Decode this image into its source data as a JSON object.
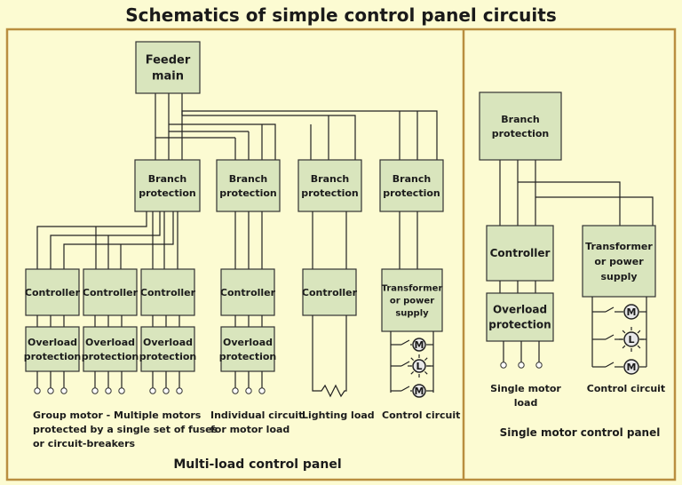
{
  "title": "Schematics of simple control panel circuits",
  "feeder_main": [
    "Feeder",
    "main"
  ],
  "branch_protection": [
    "Branch",
    "protection"
  ],
  "controller": "Controller",
  "overload_protection": [
    "Overload",
    "protection"
  ],
  "transformer": [
    "Transformer",
    "or power",
    "supply"
  ],
  "motor_symbol": "M",
  "lamp_symbol": "L",
  "captions": {
    "group_motor": [
      "Group motor - Multiple motors",
      "protected by a single set of fuses",
      "or circuit-breakers"
    ],
    "individual_circuit": [
      "Individual circuit",
      "for motor load"
    ],
    "lighting_load": "Lighting load",
    "control_circuit": "Control circuit",
    "single_motor_load": [
      "Single motor",
      "load"
    ]
  },
  "panel_titles": {
    "multi": "Multi-load control panel",
    "single": "Single motor control panel"
  },
  "colors": {
    "background": "#fcfbd2",
    "box_fill": "#d9e5bd",
    "frame": "#b98e3f"
  }
}
